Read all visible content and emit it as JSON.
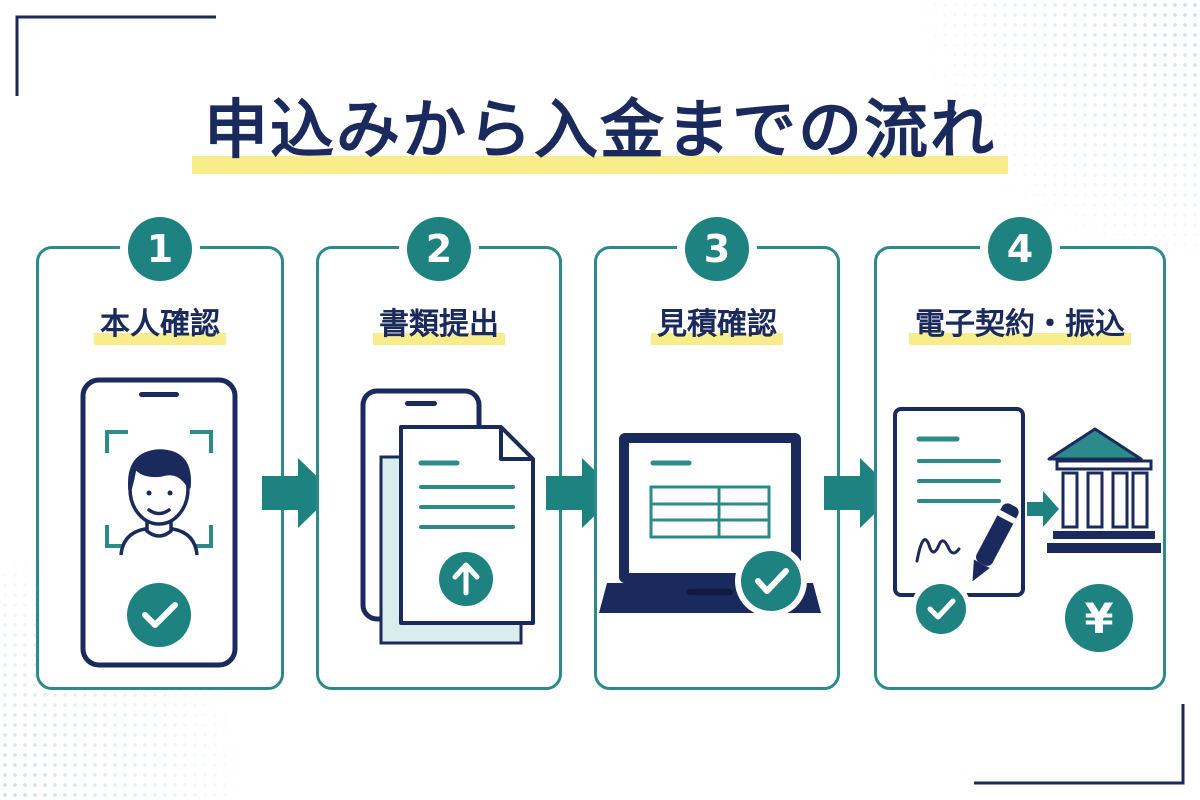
{
  "title": "申込みから入金までの流れ",
  "colors": {
    "navy": "#1b2a5c",
    "teal": "#1d8280",
    "card_border": "#2c8b8a",
    "highlight": "#f8ed8a",
    "pale_teal": "#dbecec"
  },
  "steps": [
    {
      "number": "1",
      "label": "本人確認",
      "icons": [
        "smartphone-icon",
        "face-icon",
        "check-icon"
      ]
    },
    {
      "number": "2",
      "label": "書類提出",
      "icons": [
        "document-icon",
        "upload-icon"
      ]
    },
    {
      "number": "3",
      "label": "見積確認",
      "icons": [
        "laptop-icon",
        "check-icon"
      ]
    },
    {
      "number": "4",
      "label": "電子契約・振込",
      "icons": [
        "contract-icon",
        "pen-icon",
        "check-icon",
        "bank-icon",
        "yen-icon"
      ],
      "yen_symbol": "¥"
    }
  ],
  "arrow_icon": "right-arrow-icon"
}
